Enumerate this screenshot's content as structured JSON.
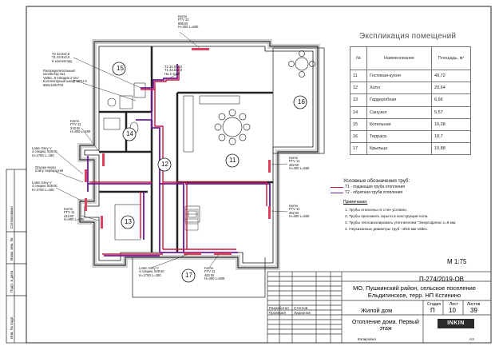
{
  "explication": {
    "title": "Экспликация помещений",
    "headers": [
      "№",
      "Наименование",
      "Площадь, м²"
    ],
    "rows": [
      [
        "11",
        "Гостиная-кухня",
        "40,72"
      ],
      [
        "12",
        "Холл",
        "20,64"
      ],
      [
        "13",
        "Гардеробная",
        "6,66"
      ],
      [
        "14",
        "Санузел",
        "5,57"
      ],
      [
        "15",
        "Котельная",
        "16,08"
      ],
      [
        "16",
        "Терраса",
        "18,7"
      ],
      [
        "17",
        "Крыльцо",
        "10,88"
      ]
    ]
  },
  "rooms": [
    "15",
    "16",
    "11",
    "12",
    "14",
    "13",
    "17"
  ],
  "radiators": {
    "top": {
      "name": "Kermi",
      "model": "FTV 22",
      "power": "895 Вт",
      "size": "H=400 L=600"
    },
    "left_small": {
      "name": "Kermi",
      "model": "FTV 11",
      "power": "242 Вт",
      "size": "H=600 L=400"
    },
    "lotten1": {
      "name": "Loten Grey V",
      "spec": "4 секции, 629 Вт",
      "size": "H=1750 L=180"
    },
    "lotten2": {
      "name": "Loten Grey V",
      "spec": "4 секции, 629 Вт",
      "size": "H=1750 L=180"
    },
    "left_bottom": {
      "name": "Kermi",
      "model": "FTV 11",
      "power": "413 Вт",
      "size": "H=600 L=600"
    },
    "right_mid": {
      "name": "Kermi",
      "model": "FTV 11",
      "power": "462 Вт",
      "size": "H=400 L=600"
    },
    "right_low": {
      "name": "Kermi",
      "model": "FTV 11",
      "power": "462 Вт",
      "size": "H=400 L=600"
    },
    "bottom_lotten": {
      "name": "Loten Grey V",
      "spec": "4 секции, 629 Вт",
      "size": "H=1750 L=180"
    },
    "bottom_kermi": {
      "name": "Kermi",
      "model": "FTV 11",
      "power": "462 Вт",
      "size": "H=400 L=600"
    }
  },
  "annotations": {
    "pipe_a": [
      "T2 32,0x3,0",
      "T1 32,0x3,0",
      "К коллектору"
    ],
    "collector": [
      "Распределительный",
      "коллектор №1",
      "Valtec, 8 отводов 1\"x¾\"",
      "Коллекторный шкаф ШРН-3",
      "850x120x704"
    ],
    "pipe_b": [
      "T2 32,0x3,0",
      "T1 32,0x3,0",
      "На 2 этаж"
    ],
    "plate": [
      "Опуски через",
      "плиту перекрытия"
    ]
  },
  "legend": {
    "title": "Условные обозначения труб:",
    "t1": "T1 - подающая труба отопления",
    "t2": "T2 - обратная труба отопления",
    "t1_color": "#d0103a",
    "t2_color": "#6a1a9a"
  },
  "notes": {
    "title": "Примечания:",
    "items": [
      "1.   Трубы отнесены от стен условно.",
      "2.   Трубы проложить скрыто в конструкции пола.",
      "3.   Трубы теплоизолировать утеплителем \"Энергофлекс с=9 мм.",
      "4.   Неуказанные диаметры труб - Ø16 мм Valtec."
    ]
  },
  "scale": "M 1:75",
  "titleblock": {
    "code": "П-274/2019-ОВ",
    "address": "МО, Пушкинский район, сельское поселение Ельдигинское, терр. НП Кстинино",
    "object": "Жилой дом",
    "document": "Отопление дома. Первый этаж",
    "stage_label": "Стадия",
    "sheet_label": "Лист",
    "sheets_label": "Листов",
    "stage": "П",
    "sheet": "10",
    "sheets": "39",
    "dev_role": "Разработал",
    "dev_name": "Стяглов",
    "check_role": "Проверил",
    "check_name": "Ларионов",
    "logo": "INKIN",
    "copied": "Копировал",
    "format": "А3"
  },
  "sidebar": {
    "agreed": "Согласовано",
    "inv_subst": "Взам. инв. №",
    "sign_date": "Подп. и дата",
    "inv_orig": "Инв. № подл."
  }
}
